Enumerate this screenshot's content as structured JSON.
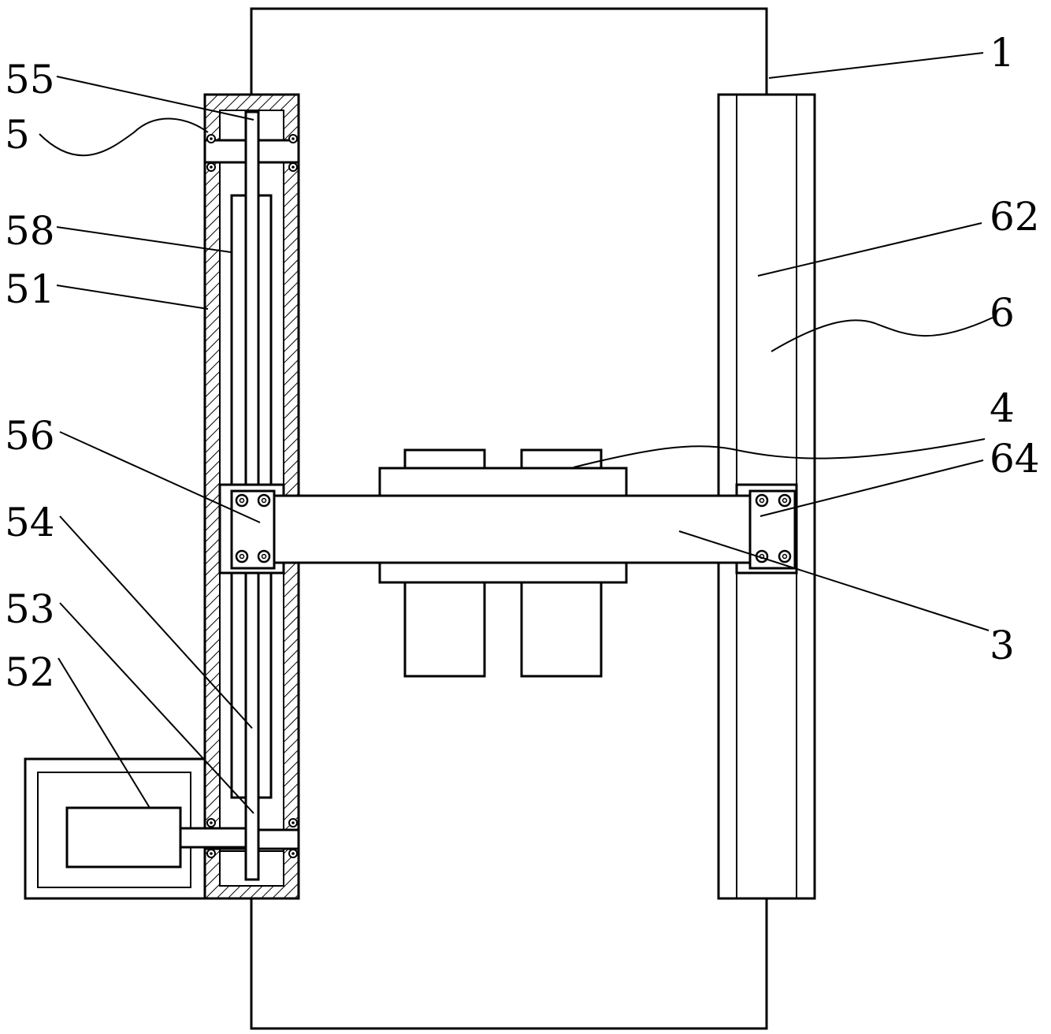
{
  "callouts": [
    {
      "id": "c1",
      "text": "1"
    },
    {
      "id": "c55",
      "text": "55"
    },
    {
      "id": "c5",
      "text": "5"
    },
    {
      "id": "c58",
      "text": "58"
    },
    {
      "id": "c51",
      "text": "51"
    },
    {
      "id": "c62",
      "text": "62"
    },
    {
      "id": "c6",
      "text": "6"
    },
    {
      "id": "c4",
      "text": "4"
    },
    {
      "id": "c64",
      "text": "64"
    },
    {
      "id": "c56",
      "text": "56"
    },
    {
      "id": "c54",
      "text": "54"
    },
    {
      "id": "c53",
      "text": "53"
    },
    {
      "id": "c52",
      "text": "52"
    },
    {
      "id": "c3",
      "text": "3"
    }
  ]
}
